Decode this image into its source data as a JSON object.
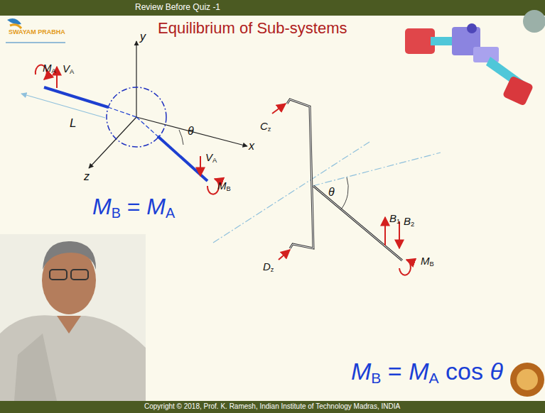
{
  "diagram": {
    "title": "Equilibrium of Sub-systems",
    "labels": [
      "Review Before Quiz -1",
      "SWAYAM PRABHA",
      "y",
      "x",
      "z",
      "MA",
      "VA",
      "L",
      "θ",
      "VA",
      "MB",
      "MB = MA",
      "Cz",
      "Dz",
      "θ",
      "B1",
      "B2",
      "MB",
      "MB = MA cos θ",
      "Copyright © 2018, Prof. K. Ramesh, Indian Institute of Technology Madras, INDIA"
    ]
  }
}
